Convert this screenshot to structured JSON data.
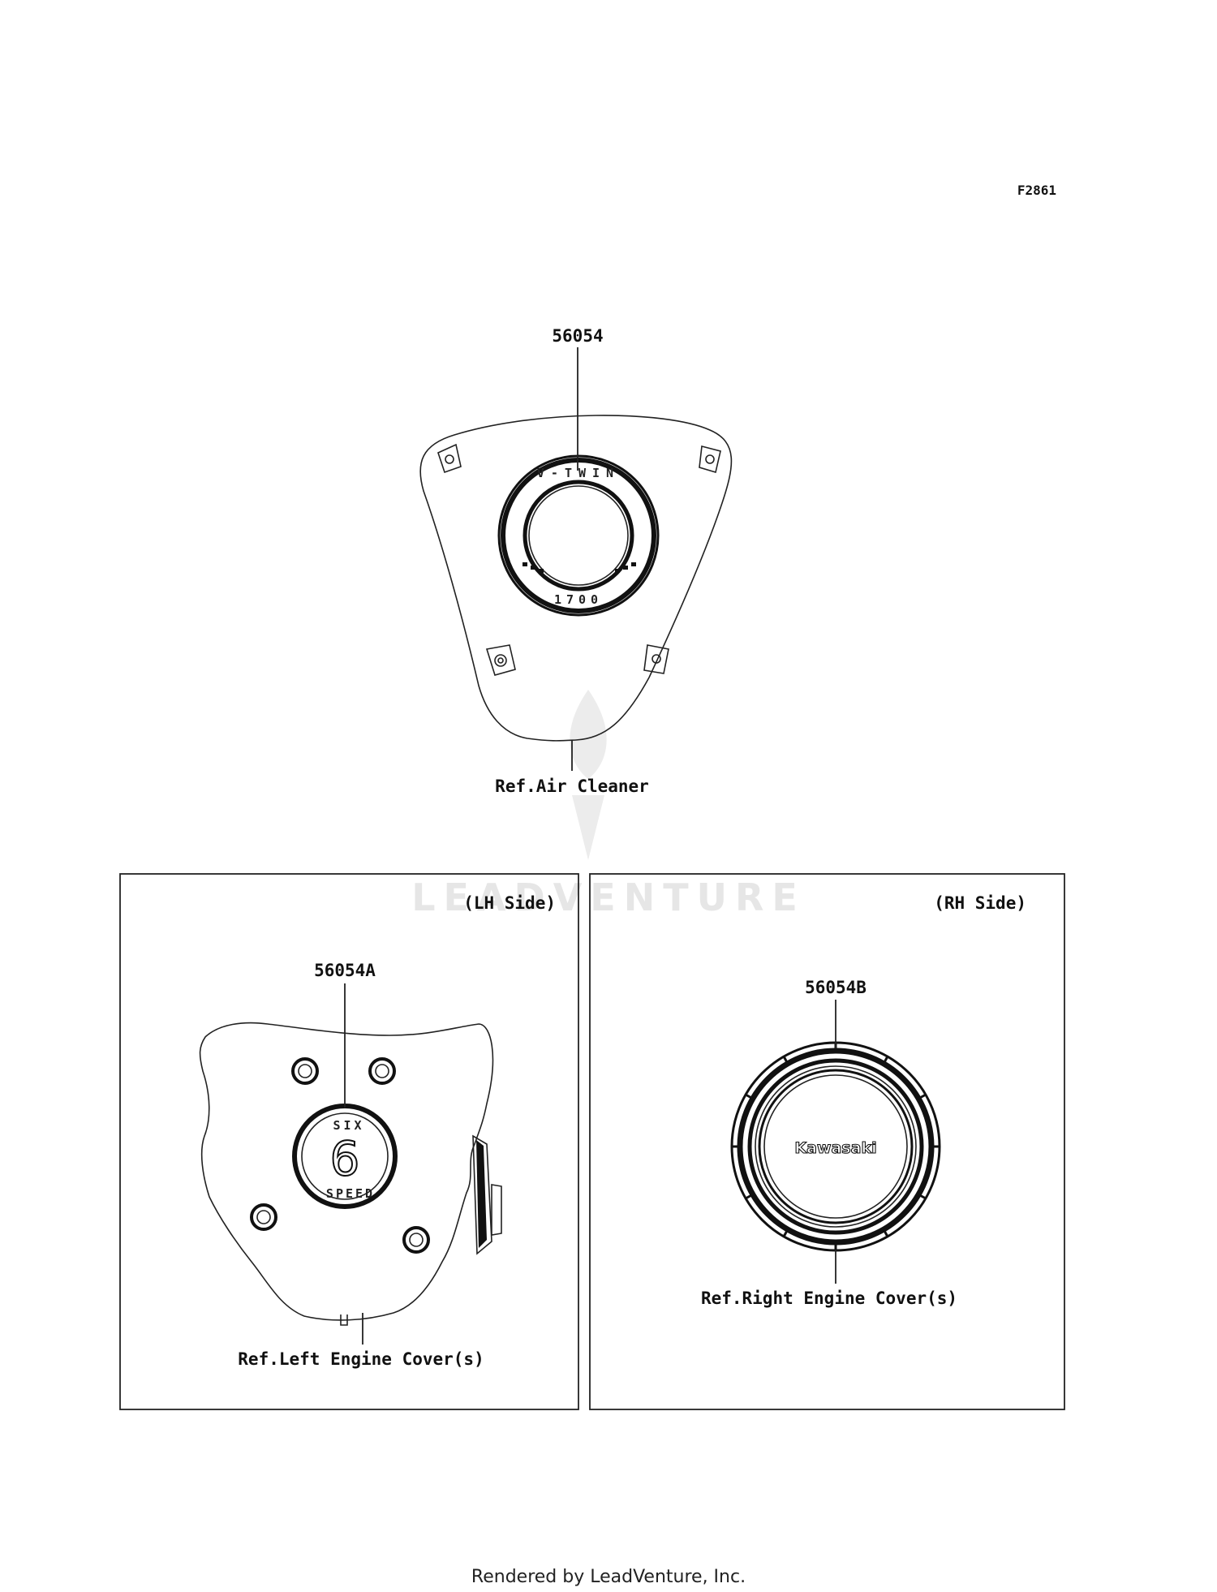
{
  "diagram_code": "F2861",
  "top_part": {
    "part_number": "56054",
    "ref_label": "Ref.Air Cleaner",
    "emblem_top_text": "V-TWIN",
    "emblem_bottom_text": "1700"
  },
  "lh_panel": {
    "side_label": "(LH Side)",
    "part_number": "56054A",
    "ref_label": "Ref.Left Engine Cover(s)",
    "emblem_top_text": "SIX",
    "emblem_center_text": "6",
    "emblem_bottom_text": "SPEED"
  },
  "rh_panel": {
    "side_label": "(RH Side)",
    "part_number": "56054B",
    "ref_label": "Ref.Right Engine Cover(s)",
    "emblem_text": "Kawasaki"
  },
  "watermark": "LEADVENTURE",
  "footer": "Rendered by LeadVenture, Inc."
}
